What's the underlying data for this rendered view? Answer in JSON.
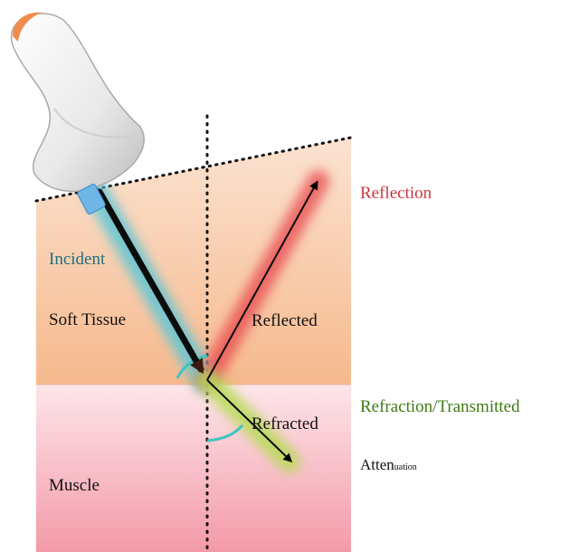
{
  "labels": {
    "incident": "Incident",
    "soft_tissue": "Soft Tissue",
    "reflected": "Reflected",
    "refracted": "Refracted",
    "muscle": "Muscle",
    "reflection": "Reflection",
    "refraction_transmitted": "Refraction/Transmitted",
    "attenuation_cap": "Atten",
    "attenuation_small": "uation"
  },
  "colors": {
    "soft_tissue_fill": "#f7c29b",
    "muscle_fill": "#f4a6b2",
    "incident_glow": "#5fc6d6",
    "reflected_glow": "#e8474d",
    "refracted_glow": "#b6dc55",
    "reflection_text": "#b3272d",
    "refraction_text": "#3e7a14",
    "incident_text": "#1f6f80"
  },
  "probe": {
    "icon": "ultrasound-probe-icon"
  }
}
